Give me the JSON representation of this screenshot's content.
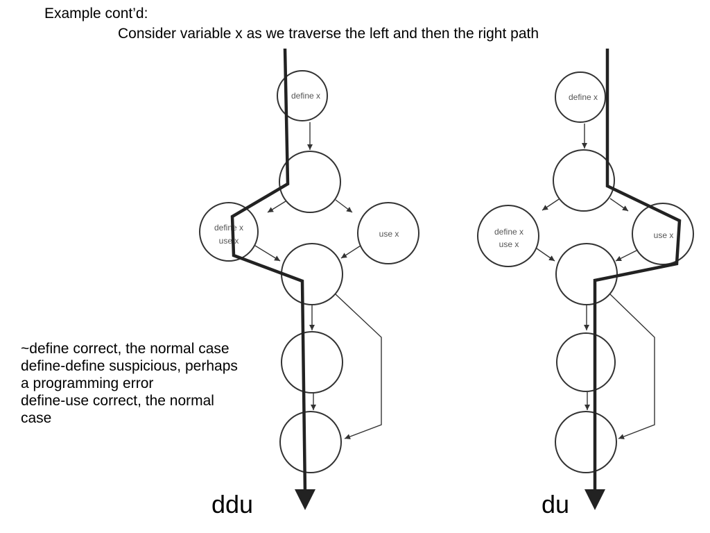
{
  "title": "Example cont’d:",
  "subtitle": "Consider variable x as we traverse the left and then the right path",
  "notes": [
    "~define correct, the normal case",
    "define-define suspicious, perhaps",
    "a programming error",
    "define-use correct, the normal",
    "case"
  ],
  "left_diagram": {
    "path_label": "ddu",
    "nodes": [
      "define x",
      "",
      "define x\nuse x",
      "use x",
      "",
      "",
      ""
    ]
  },
  "right_diagram": {
    "path_label": "du",
    "nodes": [
      "define x",
      "",
      "define x\nuse x",
      "use x",
      "",
      "",
      ""
    ]
  },
  "colors": {
    "node_stroke": "#333333",
    "path": "#222222",
    "text": "#000000"
  }
}
